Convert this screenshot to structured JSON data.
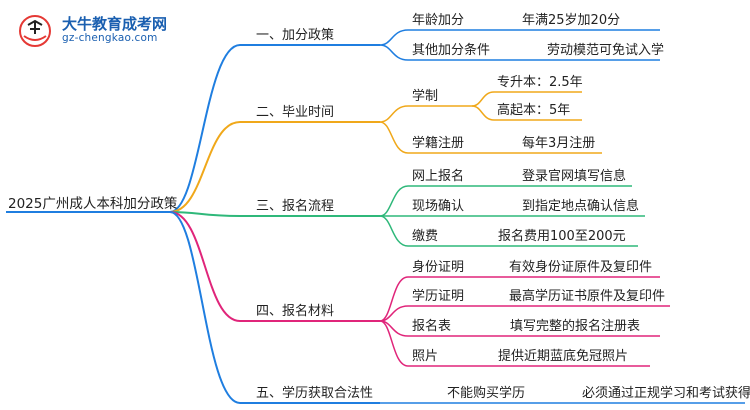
{
  "logo": {
    "name": "大牛教育成考网",
    "url": "gz-chengkao.com"
  },
  "colors": {
    "blue": "#1f7ee0",
    "orange": "#f0a81a",
    "green": "#2fb87a",
    "magenta": "#e0257a",
    "navy": "#1a5fb0"
  },
  "root": "2025广州成人本科加分政策",
  "branches": [
    {
      "label": "一、加分政策",
      "color": "blue",
      "children": [
        {
          "label": "年龄加分",
          "value": "年满25岁加20分"
        },
        {
          "label": "其他加分条件",
          "value": "劳动模范可免试入学"
        }
      ]
    },
    {
      "label": "二、毕业时间",
      "color": "orange",
      "children": [
        {
          "label": "学制",
          "sub": [
            "专升本：2.5年",
            "高起本：5年"
          ]
        },
        {
          "label": "学籍注册",
          "value": "每年3月注册"
        }
      ]
    },
    {
      "label": "三、报名流程",
      "color": "green",
      "children": [
        {
          "label": "网上报名",
          "value": "登录官网填写信息"
        },
        {
          "label": "现场确认",
          "value": "到指定地点确认信息"
        },
        {
          "label": "缴费",
          "value": "报名费用100至200元"
        }
      ]
    },
    {
      "label": "四、报名材料",
      "color": "magenta",
      "children": [
        {
          "label": "身份证明",
          "value": "有效身份证原件及复印件"
        },
        {
          "label": "学历证明",
          "value": "最高学历证书原件及复印件"
        },
        {
          "label": "报名表",
          "value": "填写完整的报名注册表"
        },
        {
          "label": "照片",
          "value": "提供近期蓝底免冠照片"
        }
      ]
    },
    {
      "label": "五、学历获取合法性",
      "color": "blue",
      "children": [
        {
          "label": "不能购买学历",
          "value": "必须通过正规学习和考试获得"
        }
      ]
    }
  ]
}
